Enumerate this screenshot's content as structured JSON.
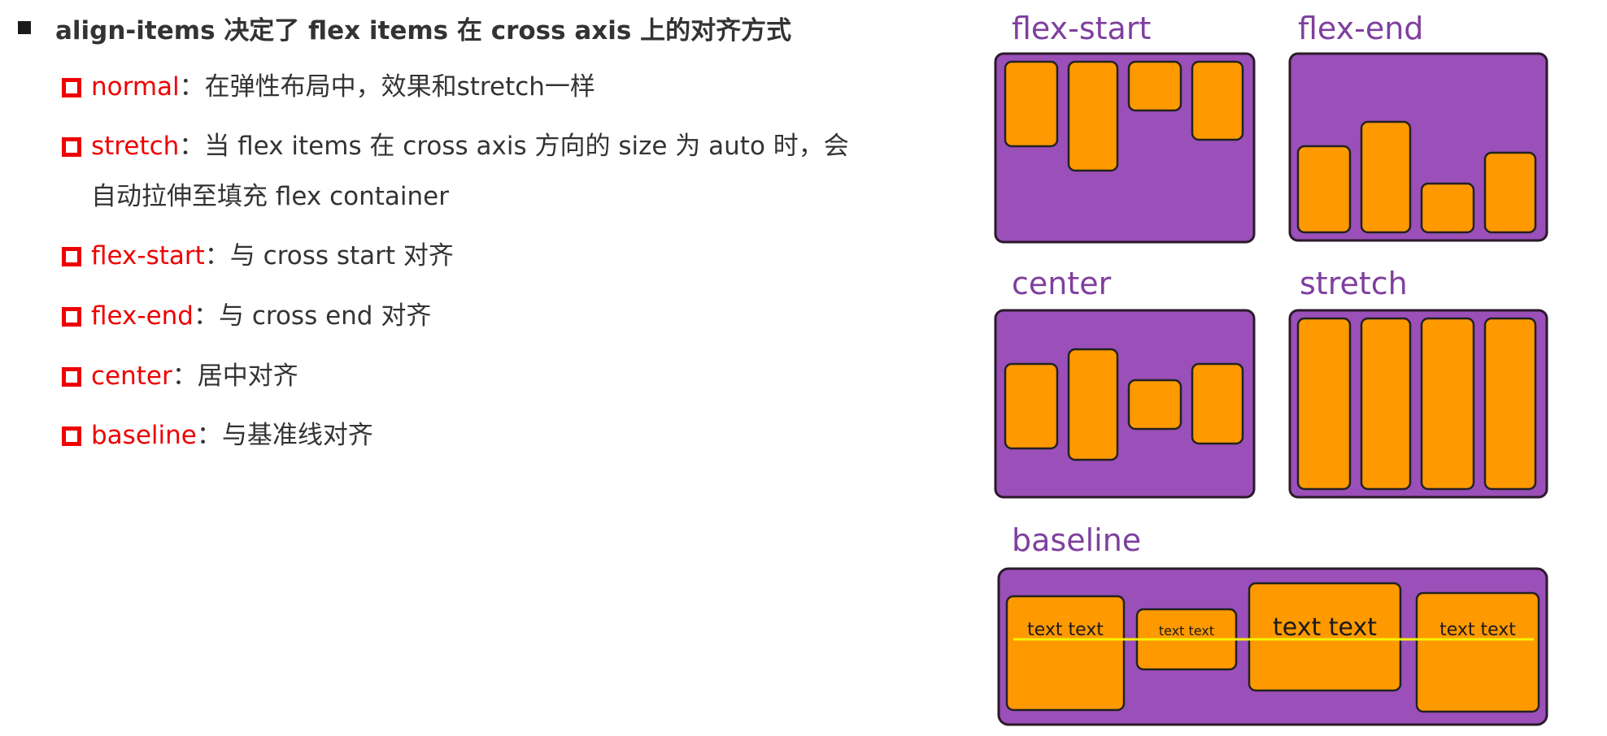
{
  "heading": {
    "text": "align-items 决定了 flex items 在 cross axis 上的对齐方式"
  },
  "items": [
    {
      "key": "normal",
      "desc": "：在弹性布局中，效果和stretch一样"
    },
    {
      "key": "stretch",
      "desc": "：当 flex items 在 cross axis 方向的 size 为 auto 时，会",
      "desc2": "自动拉伸至填充 flex container"
    },
    {
      "key": "flex-start",
      "desc": "：与 cross start 对齐"
    },
    {
      "key": "flex-end",
      "desc": "：与 cross end 对齐"
    },
    {
      "key": "center",
      "desc": "：居中对齐"
    },
    {
      "key": "baseline",
      "desc": "：与基准线对齐"
    }
  ],
  "diagram": {
    "labels": {
      "flex_start": "flex-start",
      "flex_end": "flex-end",
      "center": "center",
      "stretch": "stretch",
      "baseline": "baseline"
    },
    "baseline_items": [
      "text text",
      "text text",
      "text text",
      "text text"
    ]
  },
  "colors": {
    "accent_red": "#ee0000",
    "container_purple": "#9b4fb8",
    "item_orange": "#ff9900",
    "label_purple": "#7f3f9e",
    "baseline_yellow": "#f5f500"
  }
}
